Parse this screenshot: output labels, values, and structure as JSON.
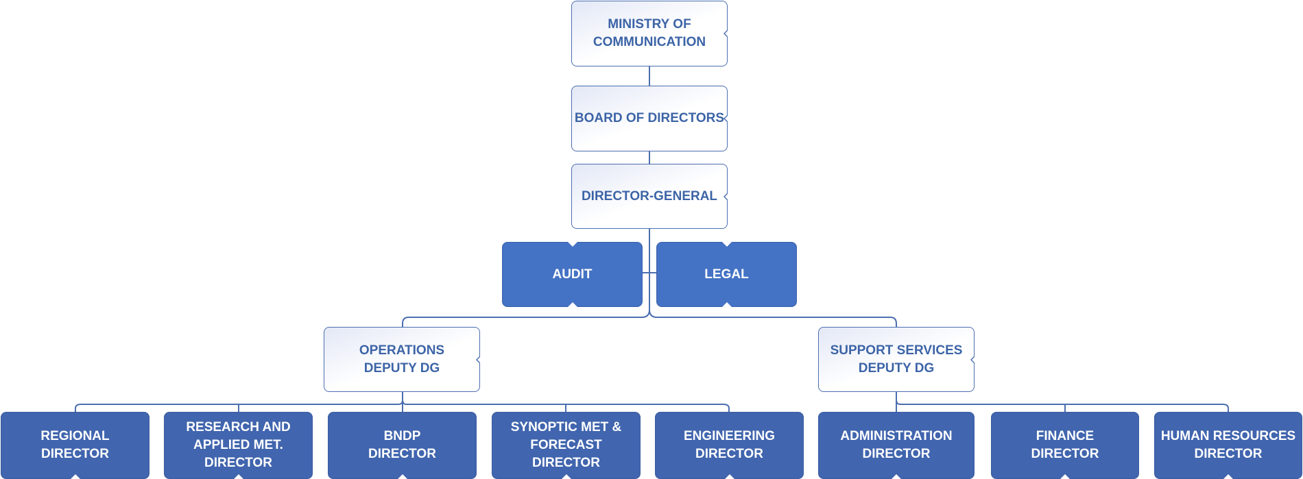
{
  "org_chart": {
    "ministry": "MINISTRY OF\nCOMMUNICATION",
    "board": "BOARD OF DIRECTORS",
    "director_general": "DIRECTOR-GENERAL",
    "audit": "AUDIT",
    "legal": "LEGAL",
    "operations_deputy": "OPERATIONS\nDEPUTY DG",
    "support_deputy": "SUPPORT SERVICES\nDEPUTY DG",
    "operations_units": [
      "REGIONAL\nDIRECTOR",
      "RESEARCH AND\nAPPLIED MET.\nDIRECTOR",
      "BNDP\nDIRECTOR",
      "SYNOPTIC MET &\nFORECAST\nDIRECTOR",
      "ENGINEERING\nDIRECTOR"
    ],
    "support_units": [
      "ADMINISTRATION\nDIRECTOR",
      "FINANCE\nDIRECTOR",
      "HUMAN RESOURCES\nDIRECTOR"
    ]
  },
  "colors": {
    "connector": "#4a6eb0",
    "light_box_text": "#3c64a6",
    "dark_box_fill": "#4472c4"
  }
}
